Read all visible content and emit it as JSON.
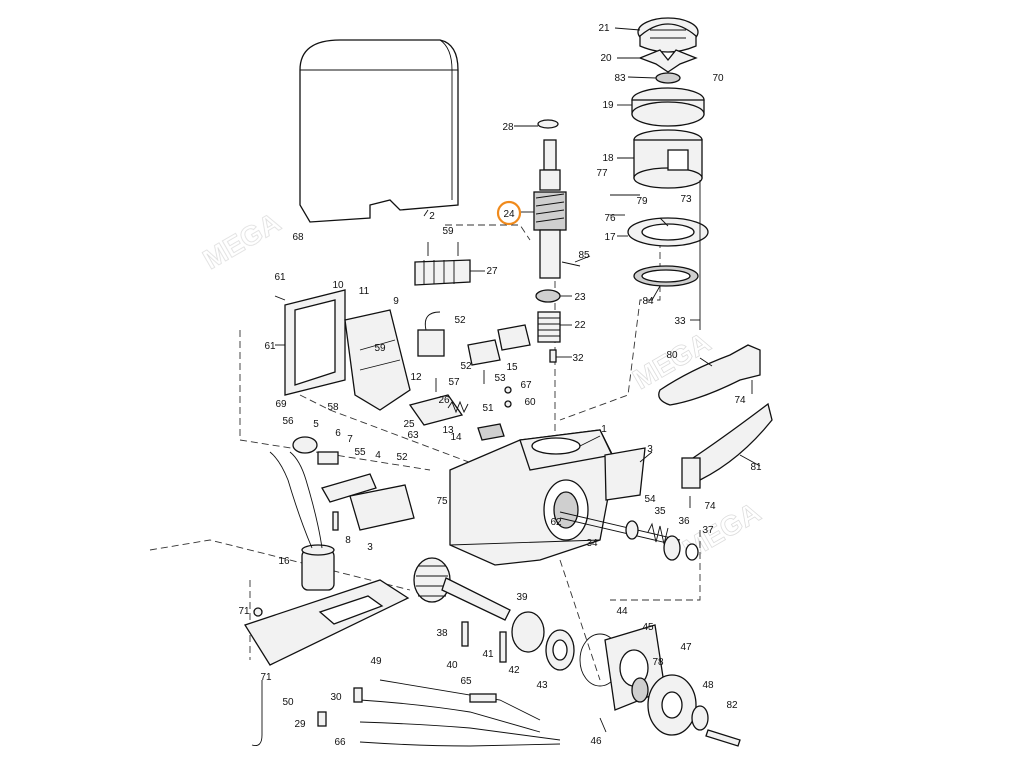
{
  "diagram": {
    "type": "exploded-parts-view",
    "highlighted_part": "24",
    "highlight_color": "#f08a1c",
    "callouts": {
      "c1": "1",
      "c2": "2",
      "c3a": "3",
      "c3b": "3",
      "c4": "4",
      "c5": "5",
      "c6": "6",
      "c7": "7",
      "c8": "8",
      "c9": "9",
      "c10": "10",
      "c11": "11",
      "c12": "12",
      "c13": "13",
      "c14": "14",
      "c15": "15",
      "c16": "16",
      "c17": "17",
      "c18": "18",
      "c19": "19",
      "c20": "20",
      "c21": "21",
      "c22": "22",
      "c23": "23",
      "c24": "24",
      "c25": "25",
      "c26": "26",
      "c27": "27",
      "c28": "28",
      "c29": "29",
      "c30": "30",
      "c32": "32",
      "c33": "33",
      "c34": "34",
      "c35": "35",
      "c36": "36",
      "c37": "37",
      "c38": "38",
      "c39": "39",
      "c40": "40",
      "c41": "41",
      "c42": "42",
      "c43": "43",
      "c44": "44",
      "c45": "45",
      "c46": "46",
      "c47": "47",
      "c48": "48",
      "c49": "49",
      "c50": "50",
      "c51": "51",
      "c52a": "52",
      "c52b": "52",
      "c52c": "52",
      "c53": "53",
      "c54": "54",
      "c55": "55",
      "c56": "56",
      "c57": "57",
      "c58": "58",
      "c59a": "59",
      "c59b": "59",
      "c60": "60",
      "c61a": "61",
      "c61b": "61",
      "c62": "62",
      "c63": "63",
      "c65": "65",
      "c66": "66",
      "c67": "67",
      "c68": "68",
      "c69": "69",
      "c70": "70",
      "c71a": "71",
      "c71b": "71",
      "c73": "73",
      "c74a": "74",
      "c74b": "74",
      "c75": "75",
      "c76": "76",
      "c77": "77",
      "c78": "78",
      "c79": "79",
      "c80": "80",
      "c81": "81",
      "c82": "82",
      "c83": "83",
      "c84": "84",
      "c85": "85"
    }
  }
}
